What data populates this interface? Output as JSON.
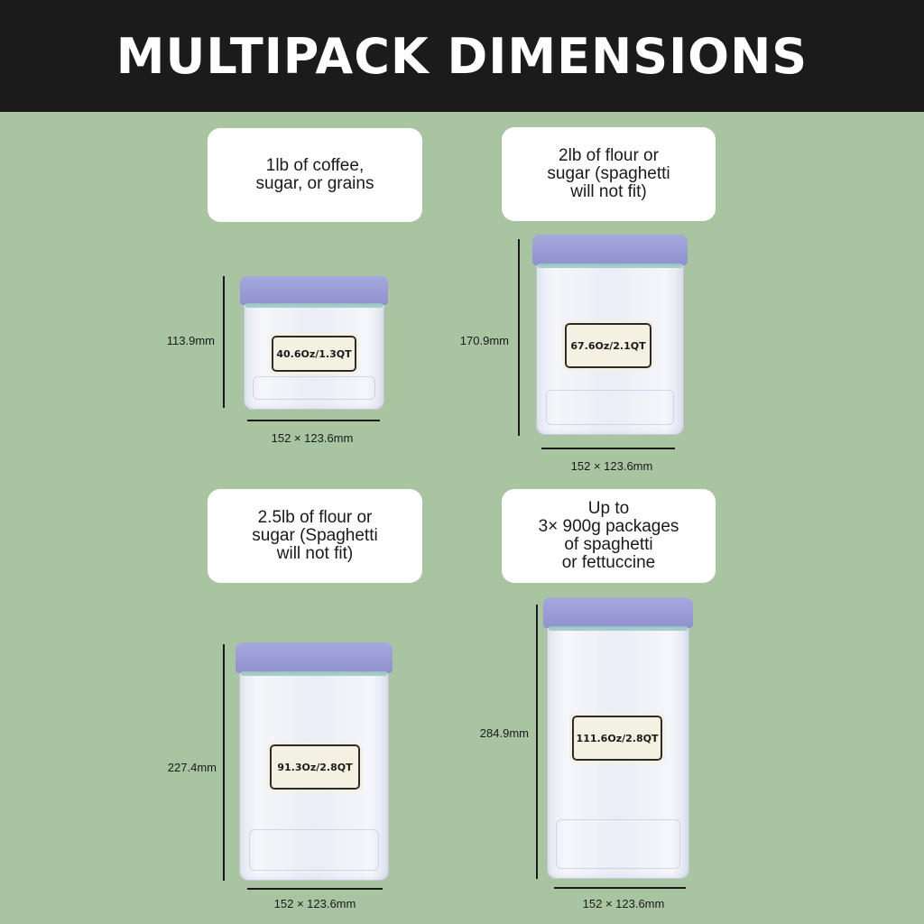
{
  "header": {
    "title": "MULTIPACK DIMENSIONS"
  },
  "colors": {
    "background": "#a8c4a0",
    "header": "#1b1b1b",
    "lid": "#9698d4",
    "seal": "#9cc9c4",
    "label": "#f4f0e2"
  },
  "products": [
    {
      "description": "1lb of coffee,\nsugar, or grains",
      "capacity": "40.6Oz/1.3QT",
      "height": "113.9mm",
      "footprint": "152 × 123.6mm"
    },
    {
      "description": "2lb of flour or\nsugar (spaghetti\nwill not fit)",
      "capacity": "67.6Oz/2.1QT",
      "height": "170.9mm",
      "footprint": "152 × 123.6mm"
    },
    {
      "description": "2.5lb of flour or\nsugar (Spaghetti\nwill not fit)",
      "capacity": "91.3Oz/2.8QT",
      "height": "227.4mm",
      "footprint": "152 × 123.6mm"
    },
    {
      "description": "Up to\n3× 900g packages\nof spaghetti\nor fettuccine",
      "capacity": "111.6Oz/2.8QT",
      "height": "284.9mm",
      "footprint": "152 × 123.6mm"
    }
  ]
}
